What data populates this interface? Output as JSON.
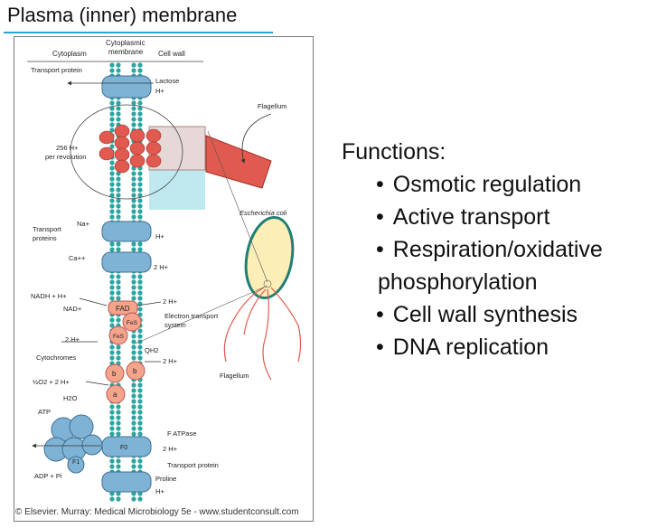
{
  "title": "Plasma (inner) membrane",
  "functions": {
    "heading": "Functions:",
    "items": [
      "Osmotic regulation",
      "Active transport",
      "Respiration/oxidative",
      "phosphorylation",
      "Cell wall synthesis",
      "DNA replication"
    ]
  },
  "diagram": {
    "col_cytoplasm": "Cytoplasm",
    "col_membrane_1": "Cytoplasmic",
    "col_membrane_2": "membrane",
    "col_cellwall": "Cell wall",
    "transport_protein_top": "Transport protein",
    "lactose": "Lactose",
    "h_plus_1": "H+",
    "flagellum_top": "Flagellum",
    "rev_1": "256 H+",
    "rev_2": "per revolution",
    "ecoli": "Escherichia coli",
    "na": "Na+",
    "transport_1": "Transport",
    "transport_2": "proteins",
    "h_plus_2": "H+",
    "ca": "Ca++",
    "two_h_1": "2 H+",
    "nadh": "NADH + H+",
    "nad": "NAD+",
    "fad": "FAD",
    "two_h_2": "2 H+",
    "ets_1": "Electron transport",
    "ets_2": "system",
    "fes_1": "FeS",
    "fes_2": "FeS",
    "two_h_left": "2 H+",
    "qh2": "QH2",
    "cytochromes": "Cytochromes",
    "two_h_3": "2 H+",
    "b1": "b",
    "b2": "b",
    "a": "a",
    "o2": "½O2 + 2 H+",
    "h2o": "H2O",
    "flagellum_bottom": "Flagellum",
    "atp": "ATP",
    "f_atpase": "F ATPase",
    "f0": "F0",
    "two_h_4": "2 H+",
    "f1": "F1",
    "transport_protein_bottom": "Transport protein",
    "adp": "ADP + Pi",
    "proline": "Proline",
    "h_plus_3": "H+"
  },
  "credit": "© Elsevier. Murray: Medical Microbiology 5e - www.studentconsult.com",
  "colors": {
    "membrane": "#2aa6a0",
    "protein": "#7fb3d5",
    "motor": "#e05a4f",
    "cellwall": "#bfe9ef",
    "electron": "#f4a48a",
    "cell_fill": "#fbeeb6",
    "accent": "#2aa6d6"
  }
}
